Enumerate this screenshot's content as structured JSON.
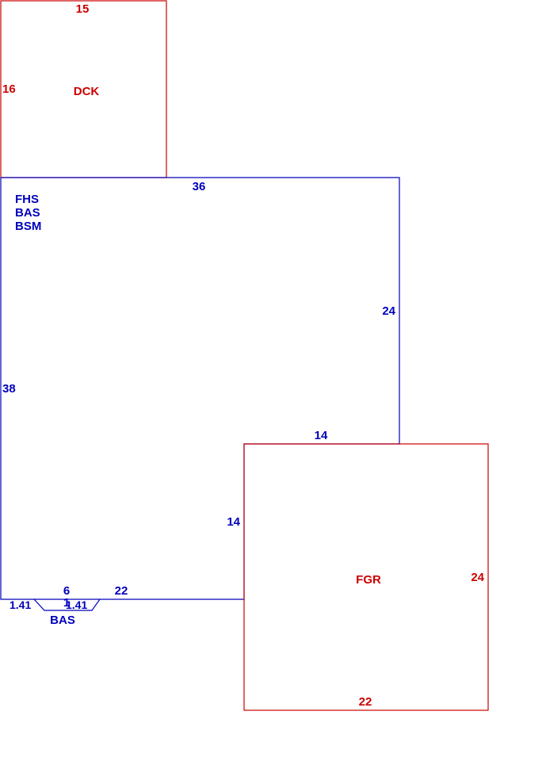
{
  "colors": {
    "main": "#0000bb",
    "attached": "#cc0000"
  },
  "deck": {
    "code": "DCK",
    "top_dim": "15",
    "left_dim": "16"
  },
  "main_area": {
    "codes": [
      "FHS",
      "BAS",
      "BSM"
    ],
    "top_dim": "36",
    "right_dim": "24",
    "left_dim": "38",
    "notch_top_dim": "14",
    "notch_left_dim": "14",
    "bottom_right_dim": "22"
  },
  "bay": {
    "code": "BAS",
    "width_dim": "6",
    "depth_dim": "1",
    "left_diag_dim": "1.41",
    "right_diag_dim": "1.41"
  },
  "garage": {
    "code": "FGR",
    "right_dim": "24",
    "bottom_dim": "22"
  }
}
